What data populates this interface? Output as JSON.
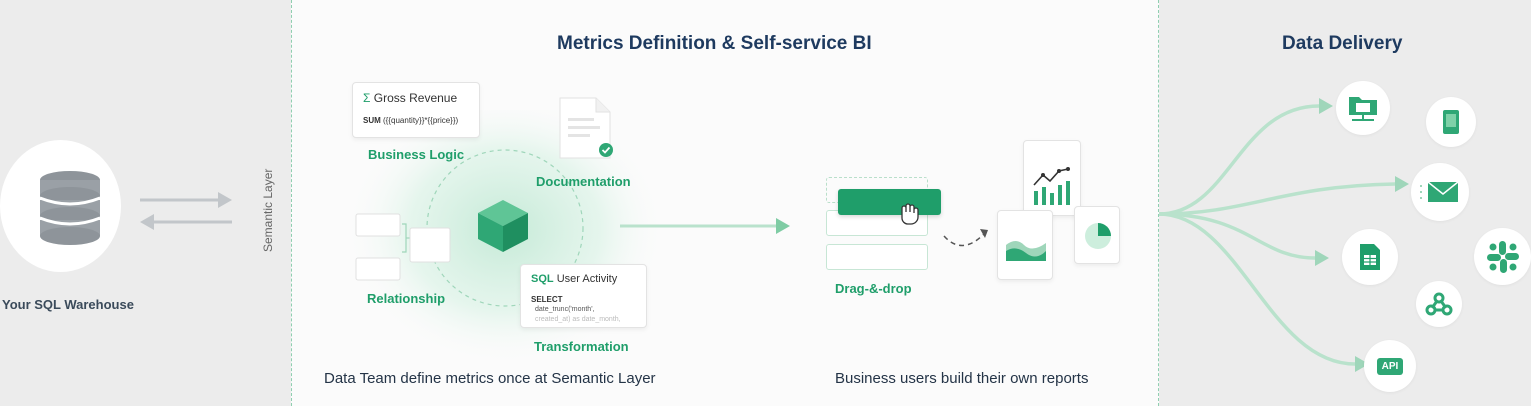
{
  "left": {
    "warehouse_label": "Your SQL Warehouse",
    "semantic_layer_label": "Semantic Layer"
  },
  "middle": {
    "title": "Metrics Definition & Self-service BI",
    "gross_revenue_card": {
      "sigma": "Σ",
      "name": "Gross Revenue",
      "formula_fn": "SUM",
      "formula_body": "({{quantity}}*{{price}})"
    },
    "business_logic_label": "Business Logic",
    "documentation_label": "Documentation",
    "relationship_label": "Relationship",
    "transformation_label": "Transformation",
    "sql_card": {
      "tag": "SQL",
      "name": "User Activity",
      "line1": "SELECT",
      "line2": "date_trunc('month',",
      "line3": "created_at) as date_month,"
    },
    "drag_drop_label": "Drag-&-drop",
    "caption_left": "Data Team define metrics once at Semantic Layer",
    "caption_right": "Business users build their own reports"
  },
  "right": {
    "title": "Data Delivery",
    "api_label": "API"
  },
  "colors": {
    "brand_green": "#1f9e6a",
    "light_green": "#cdeedd",
    "navy": "#1e3a5f",
    "grey_bg": "#ececec"
  }
}
